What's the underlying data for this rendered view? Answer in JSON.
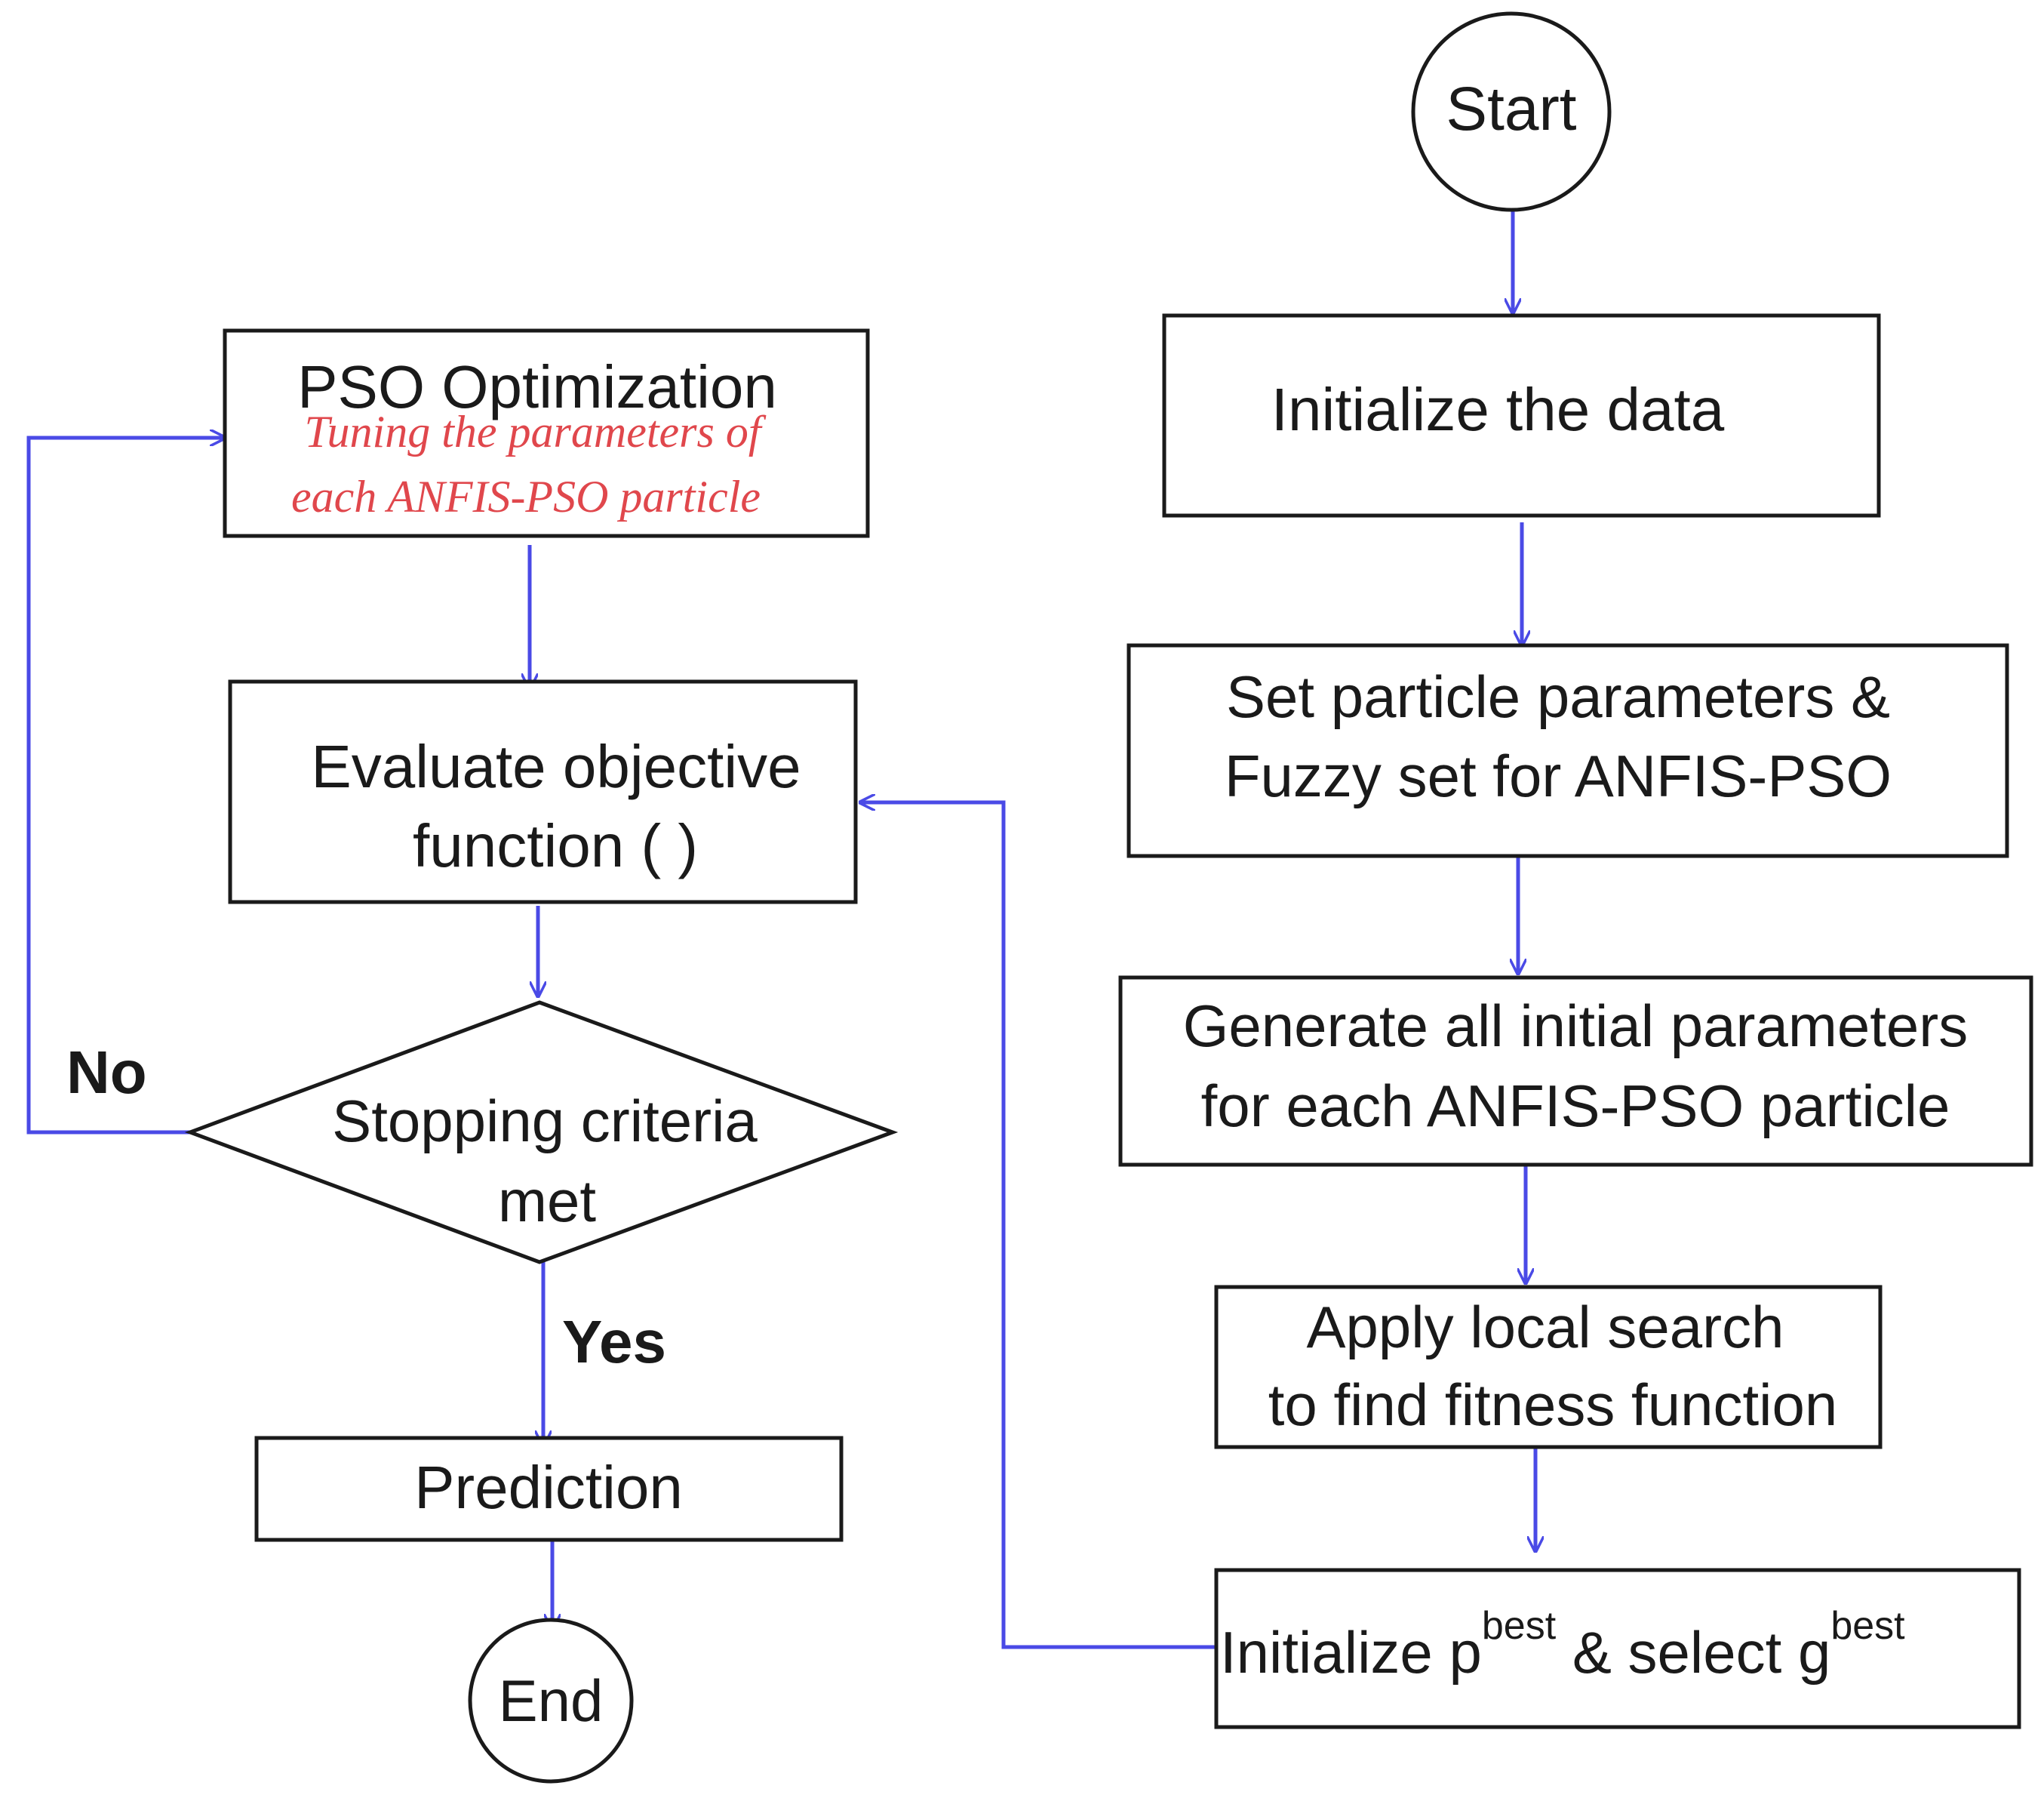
{
  "nodes": {
    "start": {
      "label": "Start"
    },
    "init_data": {
      "label": "Initialize the data"
    },
    "set_params": {
      "line1": "Set particle parameters &",
      "line2": "Fuzzy set for ANFIS-PSO"
    },
    "generate": {
      "line1": "Generate all initial parameters",
      "line2": "for each ANFIS-PSO particle"
    },
    "local_search": {
      "line1": "Apply local search",
      "line2": "to find fitness function"
    },
    "init_best": {
      "prefix": "Initialize p",
      "sup1": "best",
      "middle": " & select g",
      "sup2": "best"
    },
    "pso": {
      "title": "PSO Optimization",
      "sub1": "Tuning the parameters of",
      "sub2": "each ANFIS-PSO particle"
    },
    "evaluate": {
      "line1": "Evaluate objective",
      "line2": "function ( )"
    },
    "stop": {
      "line1": "Stopping criteria",
      "line2": "met"
    },
    "prediction": {
      "label": "Prediction"
    },
    "end": {
      "label": "End"
    }
  },
  "edge_labels": {
    "no": "No",
    "yes": "Yes"
  },
  "colors": {
    "arrow": "#4a4ae6",
    "stroke": "#1a1a1a",
    "subtitle": "#e0474c",
    "background": "#ffffff"
  }
}
